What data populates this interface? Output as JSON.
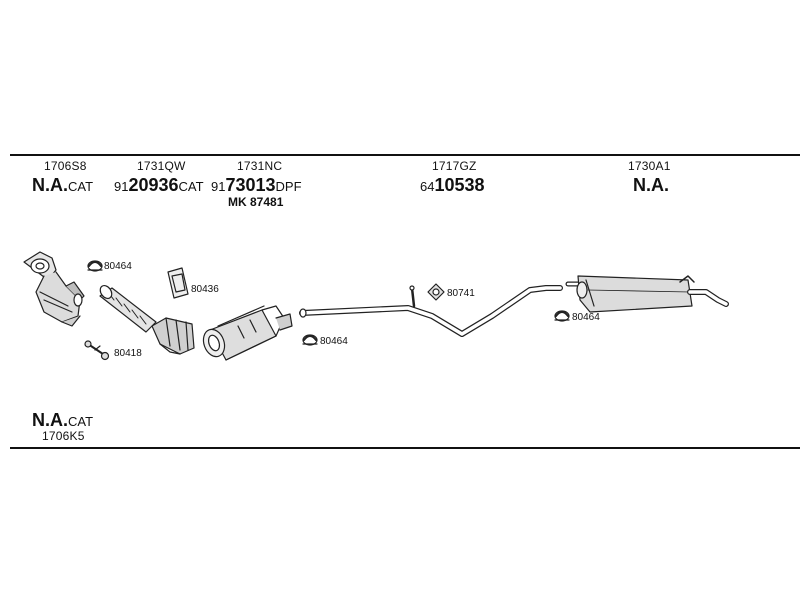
{
  "parts": {
    "p1706S8": {
      "code": "1706S8",
      "main": "N.A.",
      "suffix": "CAT"
    },
    "p1731QW": {
      "code": "1731QW",
      "prefix": "91",
      "main": "20936",
      "suffix": "CAT"
    },
    "p1731NC": {
      "code": "1731NC",
      "prefix": "91",
      "main": "73013",
      "suffix": "DPF",
      "kit": "MK 87481"
    },
    "p1717GZ": {
      "code": "1717GZ",
      "prefix": "64",
      "main": "10538"
    },
    "p1730A1": {
      "code": "1730A1",
      "main": "N.A."
    },
    "p1706K5": {
      "code": "1706K5",
      "main": "N.A.",
      "suffix": "CAT"
    }
  },
  "callouts": {
    "c80464a": "80464",
    "c80436": "80436",
    "c80418": "80418",
    "c80464b": "80464",
    "c80741": "80741",
    "c80464c": "80464"
  }
}
